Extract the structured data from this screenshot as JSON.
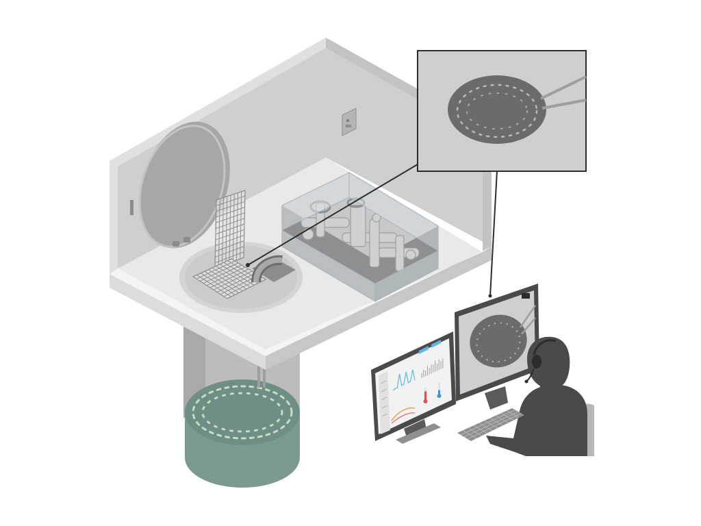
{
  "scene": {
    "background": "#ffffff",
    "colors": {
      "room_floor": "#e9e9ea",
      "room_wall_left": "#d7d7d8",
      "room_wall_back": "#cfcfd0",
      "room_edge": "#b9b9bb",
      "hatch_disc": "#a7a7a9",
      "hatch_rim": "#bfbfc1",
      "mesh": "#8c8c8e",
      "tank_body": "#bcbcbe",
      "tank_dark": "#a5a5a7",
      "liquid": "#6e8e86",
      "liquid_foam": "#c9dcc5",
      "glass": "#dfe6ea",
      "valve": "#cfd0d2",
      "valve_dark": "#9d9ea0",
      "callout_frame": "#2c2c2e",
      "callout_bg": "#cfcfd0",
      "callout_disc": "#6b6b6d",
      "monitor_frame": "#4a4a4c",
      "monitor_screen": "#f2f2f3",
      "chart_blue": "#5bb7e0",
      "chart_orange": "#e8a04f",
      "thermo_red": "#d9534f",
      "thermo_blue": "#4a90c8",
      "operator": "#4a4a4c",
      "chair": "#b7b7b9"
    },
    "elements": [
      {
        "name": "room-structure",
        "shape": "isometric-room"
      },
      {
        "name": "wall-panel-icon",
        "shape": "electrical-box"
      },
      {
        "name": "manhole-cover-icon",
        "shape": "open-hatch-disc"
      },
      {
        "name": "grating-mesh-icon",
        "shape": "mesh-grid"
      },
      {
        "name": "hatch-opening",
        "shape": "floor-opening"
      },
      {
        "name": "sensor-probe-icon",
        "shape": "curved-pipe"
      },
      {
        "name": "valve-enclosure",
        "shape": "glass-enclosure"
      },
      {
        "name": "storage-tank",
        "shape": "cylinder"
      },
      {
        "name": "liquid-surface",
        "shape": "foam-surface"
      },
      {
        "name": "callout-zoom",
        "shape": "magnified-view"
      },
      {
        "name": "monitor-left",
        "shape": "dashboard-monitor"
      },
      {
        "name": "monitor-right",
        "shape": "camera-feed-monitor"
      },
      {
        "name": "operator-icon",
        "shape": "person-with-headset"
      },
      {
        "name": "keyboard-icon",
        "shape": "keyboard"
      },
      {
        "name": "chair-icon",
        "shape": "chair"
      }
    ],
    "dashboard": {
      "left_chart_values": [
        0.15,
        0.2,
        0.18,
        0.9,
        0.2,
        0.22,
        0.85,
        0.18,
        0.2,
        0.8,
        0.15
      ],
      "right_chart_values": [
        0.3,
        0.45,
        0.35,
        0.6,
        0.4,
        0.55,
        0.5,
        0.7,
        0.45,
        0.65,
        0.5,
        0.6
      ],
      "thermo_hot_level": 0.7,
      "thermo_cold_level": 0.35
    }
  }
}
